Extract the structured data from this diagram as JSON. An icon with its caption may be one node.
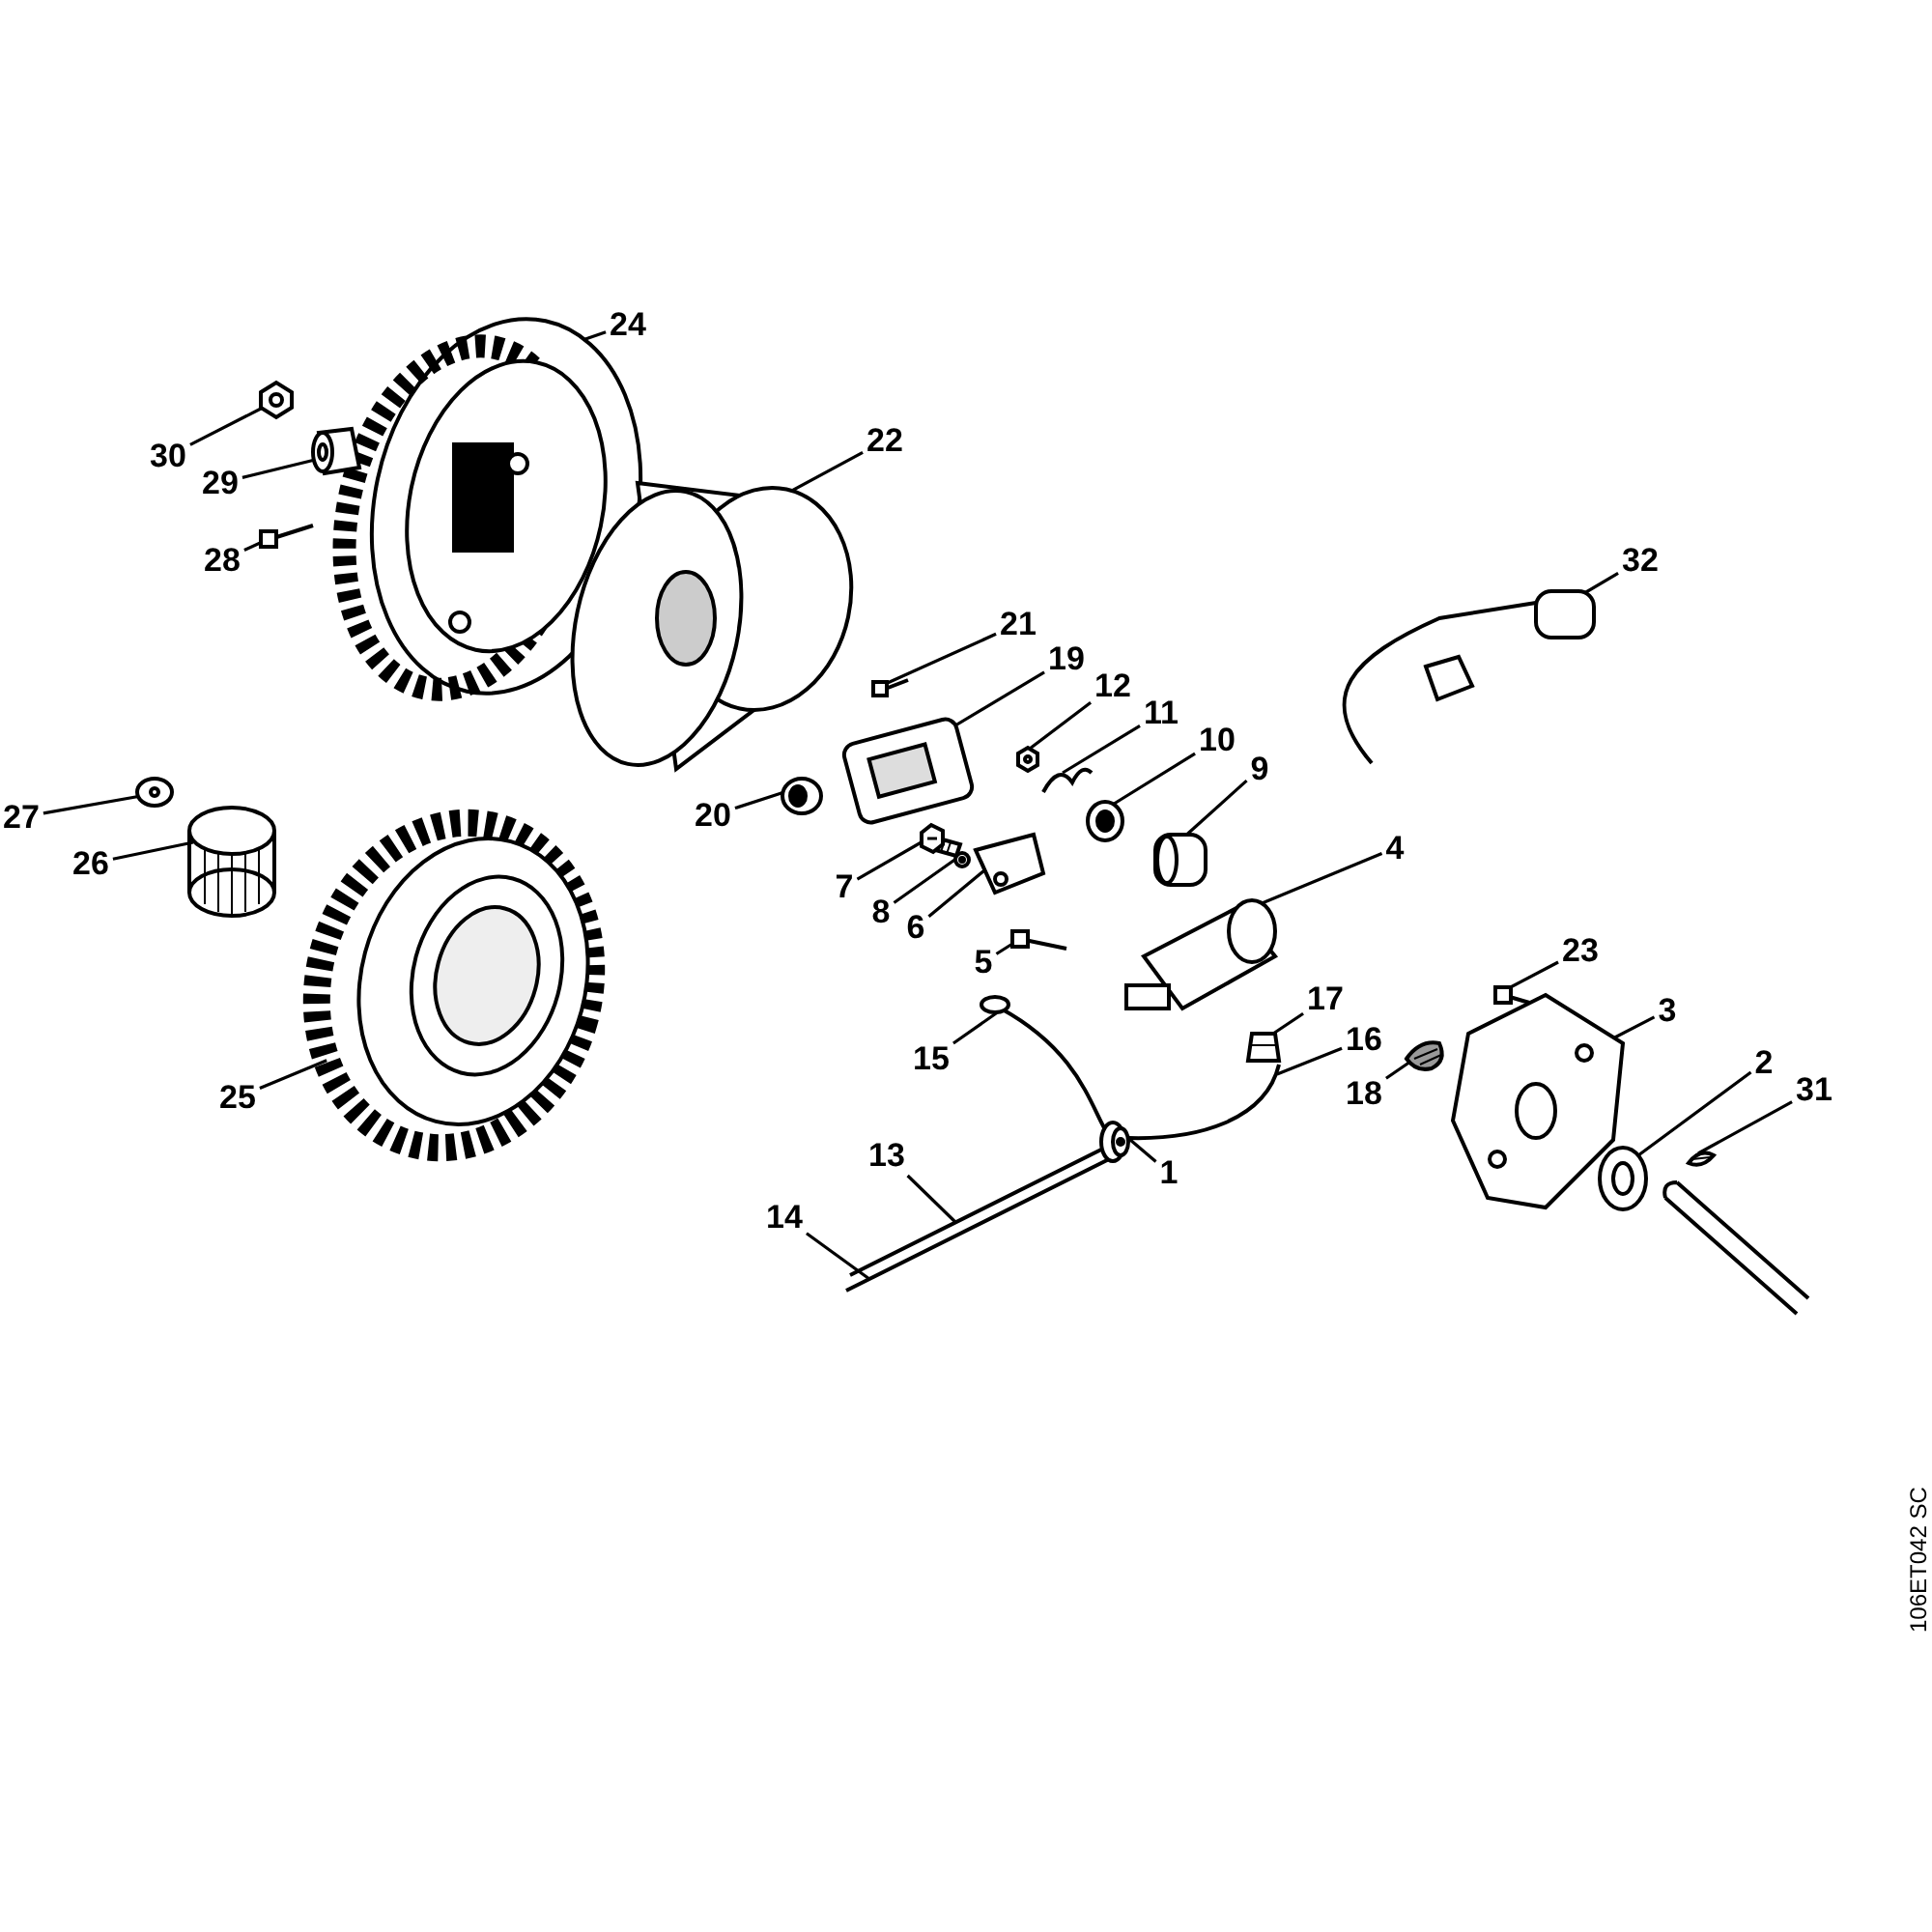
{
  "diagram": {
    "nodes": [
      {
        "text": [
          "24"
        ]
      },
      {
        "text": [
          "30"
        ]
      },
      {
        "text": [
          "29"
        ]
      },
      {
        "text": [
          "22"
        ]
      },
      {
        "text": [
          "28"
        ]
      },
      {
        "text": [
          "32"
        ]
      },
      {
        "text": [
          "21"
        ]
      },
      {
        "text": [
          "19"
        ]
      },
      {
        "text": [
          "12"
        ]
      },
      {
        "text": [
          "11"
        ]
      },
      {
        "text": [
          "10"
        ]
      },
      {
        "text": [
          "9"
        ]
      },
      {
        "text": [
          "20"
        ]
      },
      {
        "text": [
          "27"
        ]
      },
      {
        "text": [
          "4"
        ]
      },
      {
        "text": [
          "26"
        ]
      },
      {
        "text": [
          "7"
        ]
      },
      {
        "text": [
          "8"
        ]
      },
      {
        "text": [
          "6"
        ]
      },
      {
        "text": [
          "23"
        ]
      },
      {
        "text": [
          "5"
        ]
      },
      {
        "text": [
          "17"
        ]
      },
      {
        "text": [
          "3"
        ]
      },
      {
        "text": [
          "15"
        ]
      },
      {
        "text": [
          "16"
        ]
      },
      {
        "text": [
          "2"
        ]
      },
      {
        "text": [
          "18"
        ]
      },
      {
        "text": [
          "31"
        ]
      },
      {
        "text": [
          "25"
        ]
      },
      {
        "text": [
          "13"
        ]
      },
      {
        "text": [
          "1"
        ]
      },
      {
        "text": [
          "14"
        ]
      },
      {
        "text": [],
        "shape": "picture"
      },
      {
        "text": [],
        "shape": "picture"
      },
      {
        "text": [],
        "shape": "picture"
      },
      {
        "text": [],
        "shape": "picture"
      },
      {
        "text": [],
        "shape": "picture"
      },
      {
        "text": [],
        "shape": "picture"
      },
      {
        "text": [],
        "shape": "picture"
      },
      {
        "text": [],
        "shape": "picture"
      },
      {
        "text": [],
        "shape": "picture"
      },
      {
        "text": [],
        "shape": "picture"
      },
      {
        "text": [],
        "shape": "picture"
      },
      {
        "text": [],
        "shape": "picture"
      },
      {
        "text": [],
        "shape": "picture"
      },
      {
        "text": [],
        "shape": "picture"
      },
      {
        "text": [],
        "shape": "picture"
      },
      {
        "text": [],
        "shape": "picture"
      },
      {
        "text": [],
        "shape": "picture"
      },
      {
        "text": [],
        "shape": "picture"
      },
      {
        "text": [],
        "shape": "picture"
      },
      {
        "text": [],
        "shape": "picture"
      },
      {
        "text": [],
        "shape": "picture"
      },
      {
        "text": [],
        "shape": "picture"
      },
      {
        "text": [],
        "shape": "picture"
      },
      {
        "text": [],
        "shape": "picture"
      },
      {
        "text": [],
        "shape": "picture"
      },
      {
        "text": [],
        "shape": "picture"
      },
      {
        "text": [],
        "shape": "picture"
      },
      {
        "text": [],
        "shape": "picture"
      },
      {
        "text": [],
        "shape": "picture"
      },
      {
        "text": [],
        "shape": "picture"
      },
      {
        "text": [],
        "shape": "picture"
      },
      {
        "text": [],
        "shape": "picture"
      }
    ],
    "edges": [
      {
        "from": 0,
        "to": 32,
        "arrow": "none"
      },
      {
        "from": 1,
        "to": 33,
        "arrow": "none"
      },
      {
        "from": 2,
        "to": 34,
        "arrow": "none"
      },
      {
        "from": 3,
        "to": 35,
        "arrow": "none"
      },
      {
        "from": 4,
        "to": 36,
        "arrow": "none"
      },
      {
        "from": 5,
        "to": 37,
        "arrow": "none"
      },
      {
        "from": 6,
        "to": 38,
        "arrow": "none"
      },
      {
        "from": 7,
        "to": 39,
        "arrow": "none"
      },
      {
        "from": 8,
        "to": 40,
        "arrow": "none"
      },
      {
        "from": 9,
        "to": 41,
        "arrow": "none"
      },
      {
        "from": 10,
        "to": 42,
        "arrow": "none"
      },
      {
        "from": 11,
        "to": 43,
        "arrow": "none"
      },
      {
        "from": 12,
        "to": 44,
        "arrow": "none"
      },
      {
        "from": 13,
        "to": 45,
        "arrow": "none"
      },
      {
        "from": 14,
        "to": 46,
        "arrow": "none"
      },
      {
        "from": 15,
        "to": 47,
        "arrow": "none"
      },
      {
        "from": 16,
        "to": 48,
        "arrow": "none"
      },
      {
        "from": 17,
        "to": 49,
        "arrow": "none"
      },
      {
        "from": 18,
        "to": 50,
        "arrow": "none"
      },
      {
        "from": 19,
        "to": 51,
        "arrow": "none"
      },
      {
        "from": 20,
        "to": 52,
        "arrow": "none"
      },
      {
        "from": 21,
        "to": 53,
        "arrow": "none"
      },
      {
        "from": 22,
        "to": 54,
        "arrow": "none"
      },
      {
        "from": 23,
        "to": 55,
        "arrow": "none"
      },
      {
        "from": 24,
        "to": 56,
        "arrow": "none"
      },
      {
        "from": 25,
        "to": 57,
        "arrow": "none"
      },
      {
        "from": 26,
        "to": 58,
        "arrow": "none"
      },
      {
        "from": 27,
        "to": 59,
        "arrow": "none"
      },
      {
        "from": 28,
        "to": 60,
        "arrow": "none"
      },
      {
        "from": 29,
        "to": 61,
        "arrow": "none"
      },
      {
        "from": 30,
        "to": 62,
        "arrow": "none"
      },
      {
        "from": 31,
        "to": 63,
        "arrow": "none"
      }
    ],
    "labels": [
      "106ET042 SC"
    ]
  }
}
